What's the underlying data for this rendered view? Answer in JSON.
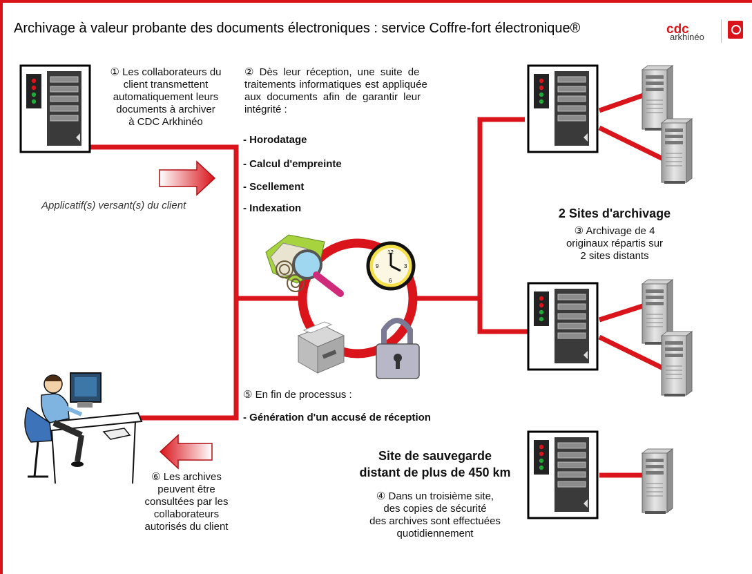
{
  "title": "Archivage à valeur probante des documents électroniques : service Coffre-fort électronique®",
  "logo": {
    "brand": "cdc",
    "sub": "arkhinéo"
  },
  "step1": [
    "① Les collaborateurs du",
    "client transmettent",
    "automatiquement leurs",
    "documents à archiver",
    "à CDC Arkhinéo"
  ],
  "client_apps_label": "Applicatif(s) versant(s) du client",
  "step2": {
    "lines": [
      "② Dès leur réception, une suite de",
      "traitements informatiques est appliquée",
      "aux documents afin de garantir leur",
      "intégrité :"
    ],
    "items": [
      "- Horodatage",
      "- Calcul d'empreinte",
      "- Scellement",
      "- Indexation"
    ]
  },
  "archive_sites": {
    "heading": "2 Sites d'archivage",
    "lines": [
      "③ Archivage de 4",
      "originaux répartis sur",
      "2 sites distants"
    ]
  },
  "step5": {
    "text": "⑤ En fin de processus :",
    "item": "- Génération d'un accusé de réception"
  },
  "backup_site": {
    "heading": [
      "Site de sauvegarde",
      "distant de plus de 450 km"
    ],
    "lines": [
      "④ Dans un troisième site,",
      "des copies de sécurité",
      "des archives sont effectuées",
      "quotidiennement"
    ]
  },
  "step6": [
    "⑥ Les archives",
    "peuvent être",
    "consultées par les",
    "collaborateurs",
    "autorisés du client"
  ],
  "colors": {
    "accent": "#d9141b",
    "server_dark": "#3a3a3a",
    "server_light": "#e8e8e8"
  },
  "icons": [
    "server-rack-icon",
    "tower-pc-icon",
    "arrow-right-icon",
    "arrow-left-icon",
    "fingerprint-magnifier-icon",
    "clock-icon",
    "printer-icon",
    "padlock-icon",
    "user-at-computer-icon"
  ]
}
